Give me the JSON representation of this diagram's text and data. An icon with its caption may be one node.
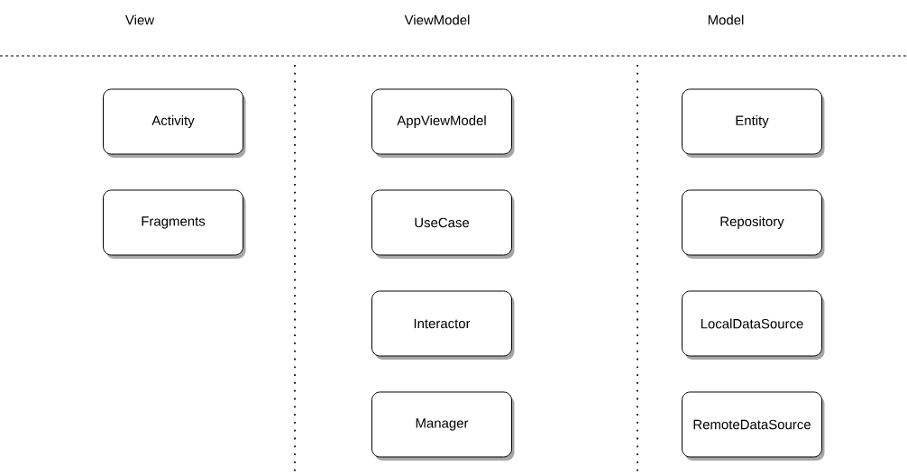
{
  "diagram": {
    "nodes": [
      {
        "text": [
          "Activity"
        ]
      },
      {
        "text": [
          "Fragments"
        ]
      },
      {
        "text": [
          "AppViewModel"
        ]
      },
      {
        "text": [
          "UseCase"
        ]
      },
      {
        "text": [
          "Interactor"
        ]
      },
      {
        "text": [
          "Manager"
        ]
      },
      {
        "text": [
          "Entity"
        ]
      },
      {
        "text": [
          "Repository"
        ]
      },
      {
        "text": [
          "LocalDataSource"
        ]
      },
      {
        "text": [
          "RemoteDataSource"
        ]
      }
    ],
    "labels": [
      "View",
      "ViewModel",
      "Model"
    ]
  }
}
